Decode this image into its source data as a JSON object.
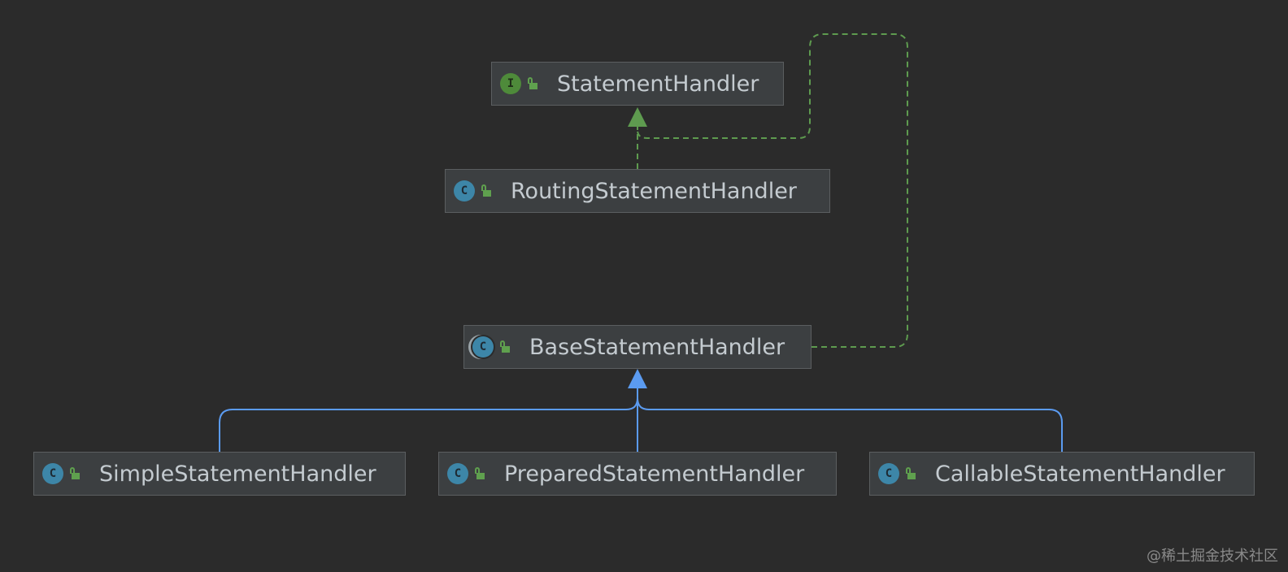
{
  "diagram": {
    "nodes": [
      {
        "id": "StatementHandler",
        "label": "StatementHandler",
        "kind": "interface",
        "kind_letter": "I",
        "visibility_icon": "unlock-icon"
      },
      {
        "id": "RoutingStatementHandler",
        "label": "RoutingStatementHandler",
        "kind": "class",
        "kind_letter": "C",
        "visibility_icon": "unlock-icon"
      },
      {
        "id": "BaseStatementHandler",
        "label": "BaseStatementHandler",
        "kind": "abstract-class",
        "kind_letter": "C",
        "visibility_icon": "unlock-icon"
      },
      {
        "id": "SimpleStatementHandler",
        "label": "SimpleStatementHandler",
        "kind": "class",
        "kind_letter": "C",
        "visibility_icon": "unlock-icon"
      },
      {
        "id": "PreparedStatementHandler",
        "label": "PreparedStatementHandler",
        "kind": "class",
        "kind_letter": "C",
        "visibility_icon": "unlock-icon"
      },
      {
        "id": "CallableStatementHandler",
        "label": "CallableStatementHandler",
        "kind": "class",
        "kind_letter": "C",
        "visibility_icon": "unlock-icon"
      }
    ],
    "edges": [
      {
        "from": "RoutingStatementHandler",
        "to": "StatementHandler",
        "type": "implements"
      },
      {
        "from": "BaseStatementHandler",
        "to": "StatementHandler",
        "type": "implements"
      },
      {
        "from": "SimpleStatementHandler",
        "to": "BaseStatementHandler",
        "type": "extends"
      },
      {
        "from": "PreparedStatementHandler",
        "to": "BaseStatementHandler",
        "type": "extends"
      },
      {
        "from": "CallableStatementHandler",
        "to": "BaseStatementHandler",
        "type": "extends"
      }
    ],
    "colors": {
      "background": "#2b2b2b",
      "implements_edge": "#5e9b4f",
      "extends_edge": "#5b9bf0",
      "node_fill": "#3c3f41",
      "node_text": "#c4cbd0"
    }
  },
  "watermark": "@稀土掘金技术社区"
}
